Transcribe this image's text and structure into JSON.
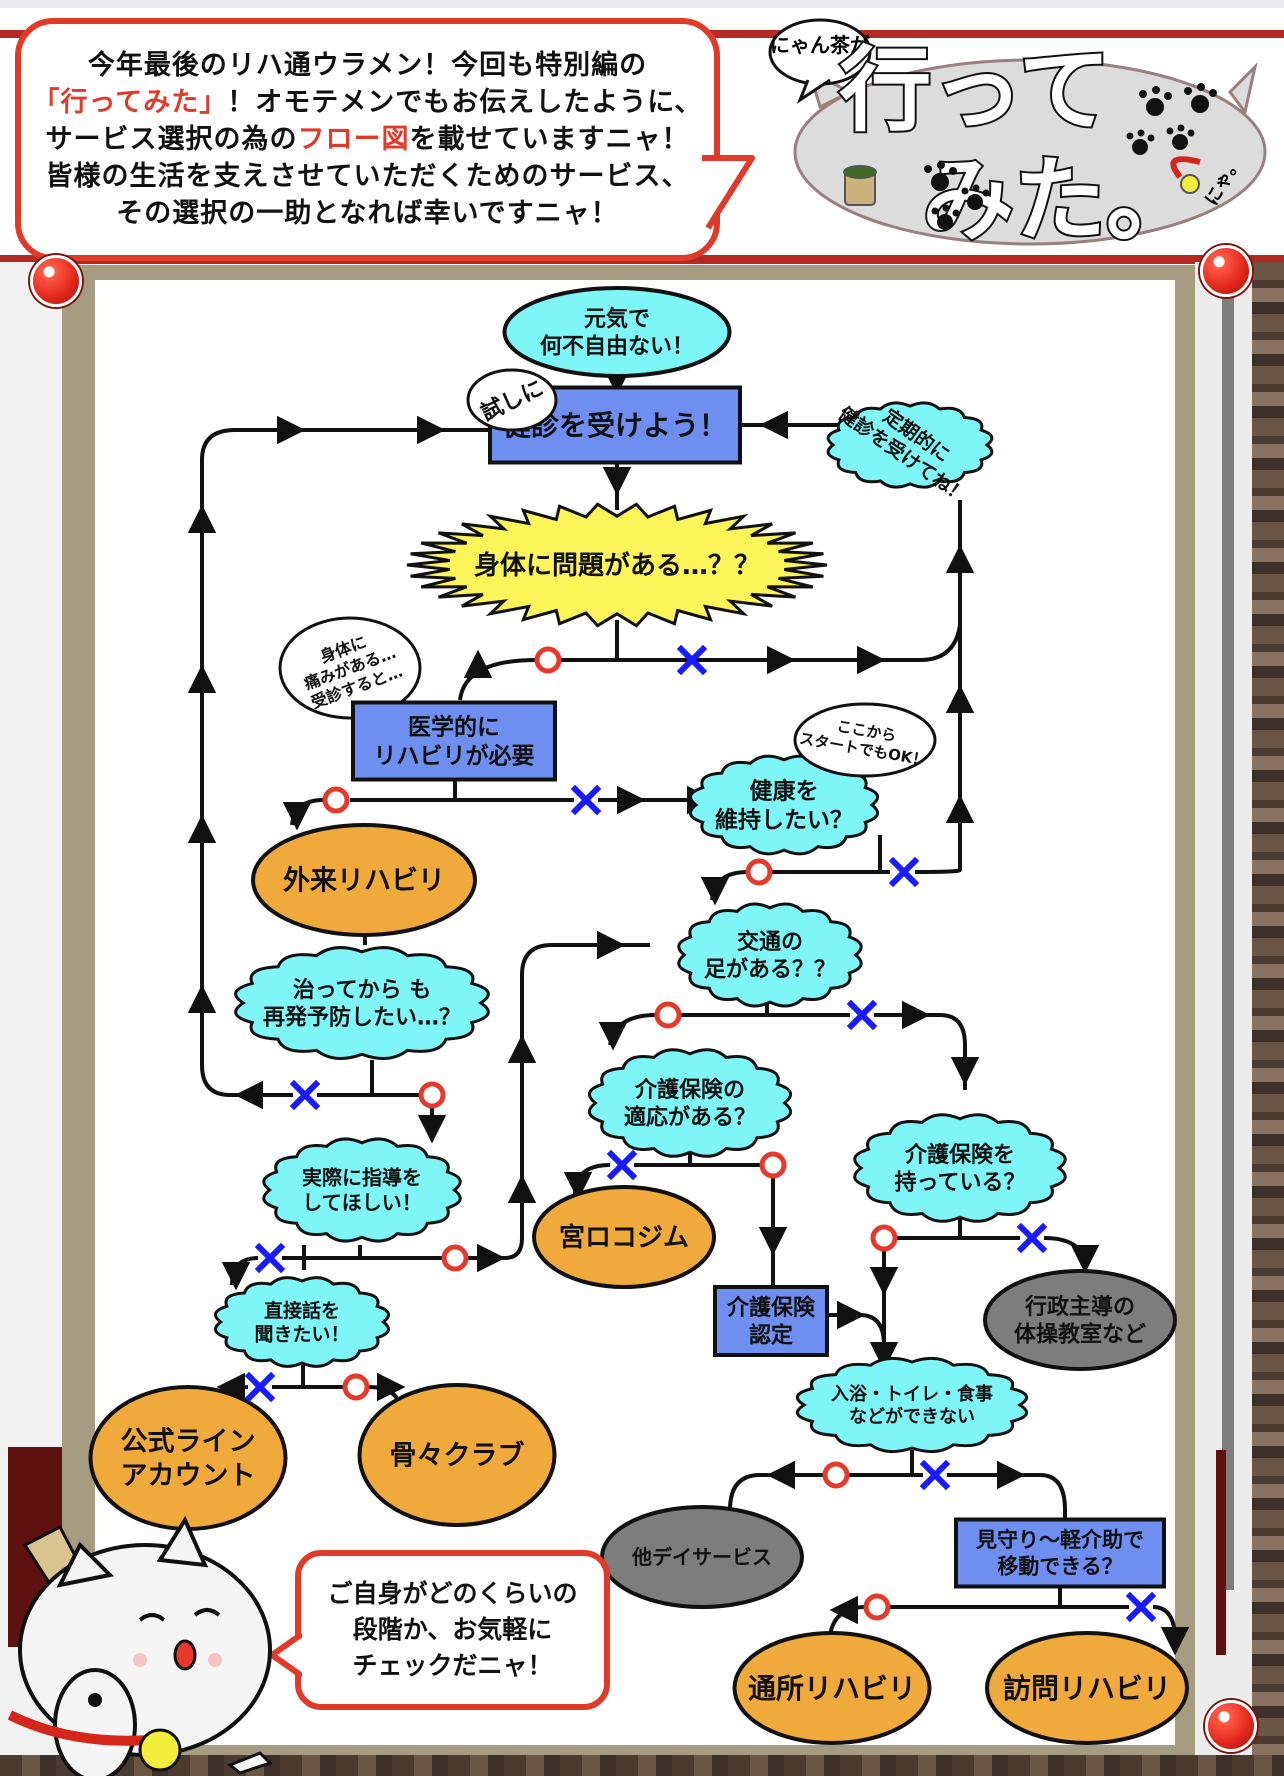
{
  "header": {
    "intro_lines": [
      "今年最後のリハ通ウラメン！今回も特別編の",
      "「行ってみた」！オモテメンでもお伝えしたように、",
      "サービス選択の為のフロー図を載せていますニャ！",
      "皆様の生活を支えさせていただくためのサービス、",
      "その選択の一助となれば幸いですニャ！"
    ],
    "intro_highlights": [
      "「行ってみた」",
      "フロー図"
    ],
    "logo": {
      "speech": "にゃん茶が",
      "title_line1": "行って",
      "title_line2": "みた。",
      "suffix": "にゃ。"
    }
  },
  "colors": {
    "accent_red": "#e03a2b",
    "yes_mark": "#e5392b",
    "no_mark": "#1a1aff",
    "question_cloud": "#7ef6f8",
    "action_box": "#6f8ff0",
    "service_oval": "#f0aa3c",
    "other_oval": "#7d7d7d",
    "starburst": "#fbf55a",
    "frame": "#a59c82"
  },
  "legend": {
    "yes": "○",
    "no": "×"
  },
  "flow": {
    "start": "元気で\n何不自由ない！",
    "checkup": "健診を受けよう！",
    "checkup_note": "試しに",
    "periodic_note": "定期的に\n健診を受けてね！",
    "body_problem": "身体に問題がある…？？",
    "pain_note": "身体に\n痛みがある…\n受診すると…",
    "medical_rehab": "医学的に\nリハビリが必要",
    "outpatient": "外来リハビリ",
    "maintain_health": "健康を\n維持したい？",
    "start_here_note": "ここから\nスタートでもOK！",
    "prevent_relapse": "治ってから も\n再発予防したい…？",
    "transport": "交通の\n足がある？？",
    "ltc_eligible": "介護保険の\n適応がある？",
    "actual_guidance": "実際に指導を\nしてほしい！",
    "miyaloco_gym": "宮ロコジム",
    "ltc_have": "介護保険を\n持っている？",
    "ltc_certify": "介護保険\n認定",
    "gov_exercise": "行政主導の\n体操教室など",
    "talk_direct": "直接話を\n聞きたい！",
    "daily_living": "入浴・トイレ・食事\nなどができない",
    "line_account": "公式ライン\nアカウント",
    "kotsu_club": "骨々クラブ",
    "other_day": "他デイサービス",
    "watch_assist": "見守り～軽介助で\n移動できる？",
    "day_rehab": "通所リハビリ",
    "home_rehab": "訪問リハビリ"
  },
  "footer": {
    "bubble_lines": [
      "ご自身がどのくらいの",
      "段階か、お気軽に",
      "チェックだニャ！"
    ]
  }
}
